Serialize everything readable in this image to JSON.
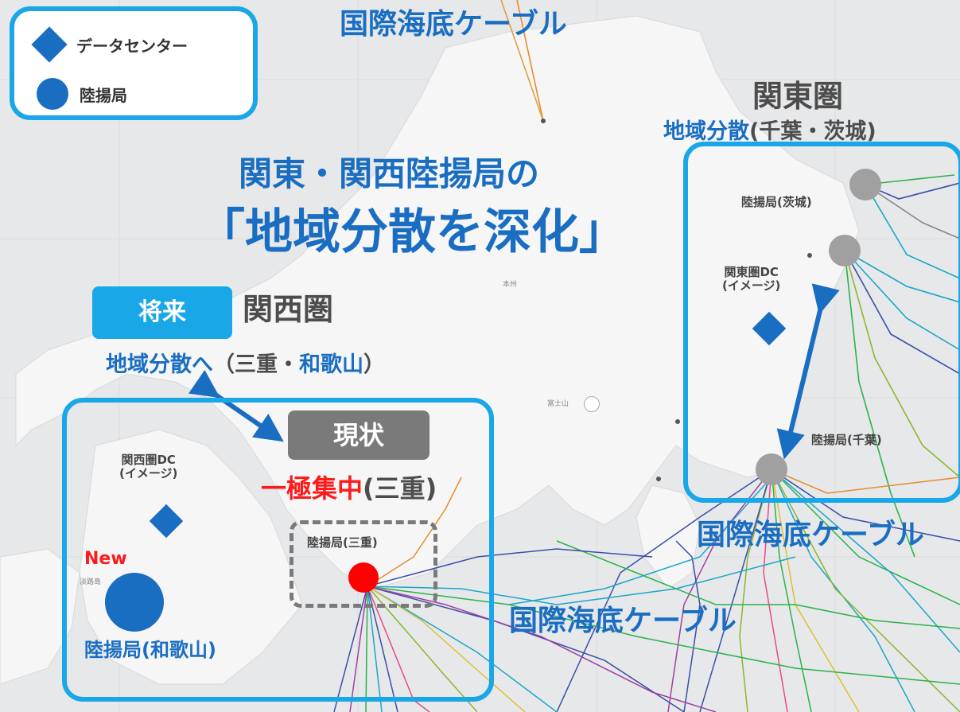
{
  "legend": {
    "datacenter_label": "データセンター",
    "landing_label": "陸揚局"
  },
  "headline": {
    "line1": "関東・関西陸揚局の",
    "line2": "「地域分散を深化」"
  },
  "cables": {
    "top": "国際海底ケーブル",
    "right": "国際海底ケーブル",
    "bottom": "国際海底ケーブル"
  },
  "kanto": {
    "title": "関東圏",
    "subtitle_blue": "地域分散",
    "subtitle_rest": "(千葉・茨城)",
    "ibaraki": "陸揚局(茨城)",
    "dc_line1": "関東圏DC",
    "dc_line2": "(イメージ)",
    "chiba": "陸揚局(千葉)"
  },
  "kansai": {
    "future_badge": "将来",
    "title": "関西圏",
    "subtitle_blue1": "地域分散へ",
    "subtitle_dark1": "（三重・",
    "subtitle_blue2": "和歌山",
    "subtitle_dark2": "）",
    "current_badge": "現状",
    "concentration_red": "一極集中",
    "concentration_rest": "(三重)",
    "dc_line1": "関西圏DC",
    "dc_line2": "(イメージ)",
    "new_label": "New",
    "mie": "陸揚局(三重)",
    "wakayama": "陸揚局(和歌山)"
  },
  "map_labels": {
    "honshu": "本州",
    "fuji": "富士山",
    "awaji": "淡路島"
  },
  "colors": {
    "accent_blue": "#1a6ec2",
    "frame_cyan": "#1aa7e8",
    "alert_red": "#ff1a1a",
    "node_gray": "#a0a0a0"
  }
}
